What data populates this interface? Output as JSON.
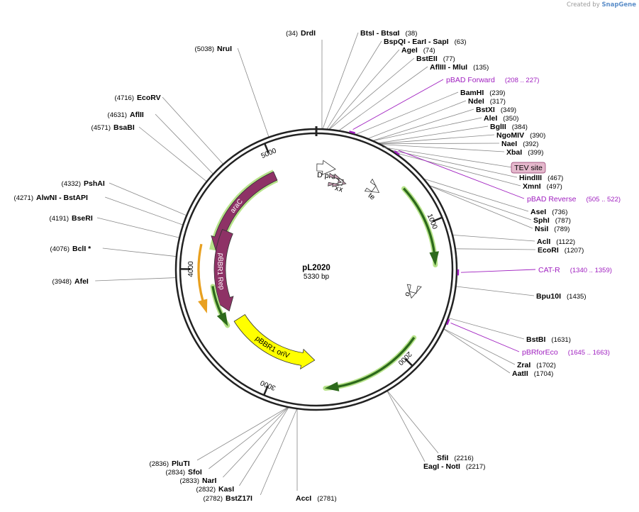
{
  "credit": {
    "prefix": "Created by",
    "brand": "SnapGene"
  },
  "plasmid": {
    "name": "pL2020",
    "size": "5330 bp"
  },
  "ticks": [
    {
      "label": "1000",
      "pos": 1000
    },
    {
      "label": "2000",
      "pos": 2000
    },
    {
      "label": "3000",
      "pos": 3000
    },
    {
      "label": "4000",
      "pos": 4000
    },
    {
      "label": "5000",
      "pos": 5000
    }
  ],
  "features": [
    {
      "id": "araC",
      "label": "araC",
      "start": 4980,
      "end": 4155,
      "color": "#8e3266",
      "glow": true
    },
    {
      "id": "araBAD-promoter",
      "label": "araBAD promoter",
      "start": 5.0,
      "end": 160,
      "color": "#ffffff"
    },
    {
      "id": "10xHis-1",
      "label": "10xHis",
      "start": 208,
      "end": 238,
      "color": "#c8a0b4"
    },
    {
      "id": "10xHis-2",
      "label": "10xHis",
      "start": 250,
      "end": 282,
      "color": "#c8a0b4"
    },
    {
      "id": "rrnB-T1",
      "label": "rrnB T1 terminator",
      "start": 525,
      "end": 580,
      "color": "#ffffff"
    },
    {
      "id": "cat-promoter",
      "label": "cat promoter",
      "start": 1530,
      "end": 1580,
      "color": "#ffffff"
    },
    {
      "id": "CmR-1",
      "label": "",
      "start": 700,
      "end": 1300,
      "color": "#2d6a1c",
      "glow": true
    },
    {
      "id": "CmR-2",
      "label": "",
      "start": 1850,
      "end": 2600,
      "color": "#2d6a1c",
      "glow": true
    },
    {
      "id": "pBBR1-oriV",
      "label": "pBBR1 oriV",
      "start": 3520,
      "end": 2680,
      "color": "#ffff00"
    },
    {
      "id": "pBBR1-Rep",
      "label": "pBBR1 Rep",
      "start": 4340,
      "end": 3620,
      "color": "#8e3266"
    },
    {
      "id": "orange-arc",
      "label": "",
      "start": 4180,
      "end": 3680,
      "color": "#e8a020"
    },
    {
      "id": "green-inner",
      "label": "",
      "start": 3860,
      "end": 3520,
      "color": "#2d6a1c",
      "glow": true
    }
  ],
  "enzymes": [
    {
      "name": "DrdI",
      "pos": "(34)",
      "site": 34
    },
    {
      "name": "BtsI - BtsαI",
      "pos": "(38)",
      "site": 38
    },
    {
      "name": "BspQI - EarI - SapI",
      "pos": "(63)",
      "site": 63
    },
    {
      "name": "AgeI",
      "pos": "(74)",
      "site": 74
    },
    {
      "name": "BstEII",
      "pos": "(77)",
      "site": 77
    },
    {
      "name": "AflIII - MluI",
      "pos": "(135)",
      "site": 135
    },
    {
      "name": "BamHI",
      "pos": "(239)",
      "site": 239
    },
    {
      "name": "NdeI",
      "pos": "(317)",
      "site": 317
    },
    {
      "name": "BstXI",
      "pos": "(349)",
      "site": 349
    },
    {
      "name": "AleI",
      "pos": "(350)",
      "site": 350
    },
    {
      "name": "BglII",
      "pos": "(384)",
      "site": 384
    },
    {
      "name": "NgoMIV",
      "pos": "(390)",
      "site": 390
    },
    {
      "name": "NaeI",
      "pos": "(392)",
      "site": 392
    },
    {
      "name": "XbaI",
      "pos": "(399)",
      "site": 399
    },
    {
      "name": "HindIII",
      "pos": "(467)",
      "site": 467
    },
    {
      "name": "XmnI",
      "pos": "(497)",
      "site": 497
    },
    {
      "name": "AseI",
      "pos": "(736)",
      "site": 736
    },
    {
      "name": "SphI",
      "pos": "(787)",
      "site": 787
    },
    {
      "name": "NsiI",
      "pos": "(789)",
      "site": 789
    },
    {
      "name": "AclI",
      "pos": "(1122)",
      "site": 1122
    },
    {
      "name": "EcoRI",
      "pos": "(1207)",
      "site": 1207
    },
    {
      "name": "Bpu10I",
      "pos": "(1435)",
      "site": 1435
    },
    {
      "name": "BstBI",
      "pos": "(1631)",
      "site": 1631
    },
    {
      "name": "ZraI",
      "pos": "(1702)",
      "site": 1702
    },
    {
      "name": "AatII",
      "pos": "(1704)",
      "site": 1704
    },
    {
      "name": "SfiI",
      "pos": "(2216)",
      "site": 2216
    },
    {
      "name": "EagI - NotI",
      "pos": "(2217)",
      "site": 2217
    },
    {
      "name": "AccI",
      "pos": "(2781)",
      "site": 2781
    },
    {
      "name": "BstZ17I",
      "pos": "(2782)",
      "site": 2782
    },
    {
      "name": "KasI",
      "pos": "(2832)",
      "site": 2832
    },
    {
      "name": "NarI",
      "pos": "(2833)",
      "site": 2833
    },
    {
      "name": "SfoI",
      "pos": "(2834)",
      "site": 2834
    },
    {
      "name": "PluTI",
      "pos": "(2836)",
      "site": 2836
    },
    {
      "name": "AfeI",
      "pos": "(3948)",
      "site": 3948
    },
    {
      "name": "BclI *",
      "pos": "(4076)",
      "site": 4076
    },
    {
      "name": "BseRI",
      "pos": "(4191)",
      "site": 4191
    },
    {
      "name": "AlwNI - BstAPI",
      "pos": "(4271)",
      "site": 4271
    },
    {
      "name": "PshAI",
      "pos": "(4332)",
      "site": 4332
    },
    {
      "name": "BsaBI",
      "pos": "(4571)",
      "site": 4571
    },
    {
      "name": "AflII",
      "pos": "(4631)",
      "site": 4631
    },
    {
      "name": "EcoRV",
      "pos": "(4716)",
      "site": 4716
    },
    {
      "name": "NruI",
      "pos": "(5038)",
      "site": 5038
    }
  ],
  "primers": [
    {
      "name": "pBAD Forward",
      "pos": "(208 .. 227)",
      "site": 217
    },
    {
      "name": "pBAD Reverse",
      "pos": "(505 .. 522)",
      "site": 513
    },
    {
      "name": "CAT-R",
      "pos": "(1340 .. 1359)",
      "site": 1350
    },
    {
      "name": "pBRforEco",
      "pos": "(1645 .. 1663)",
      "site": 1654
    }
  ],
  "tag": {
    "label": "TEV site",
    "fill": "#e4b8cc",
    "site": 420
  },
  "colors": {
    "backbone": "#222222",
    "primer": "#a020c0",
    "glow": "#b7e38a"
  }
}
